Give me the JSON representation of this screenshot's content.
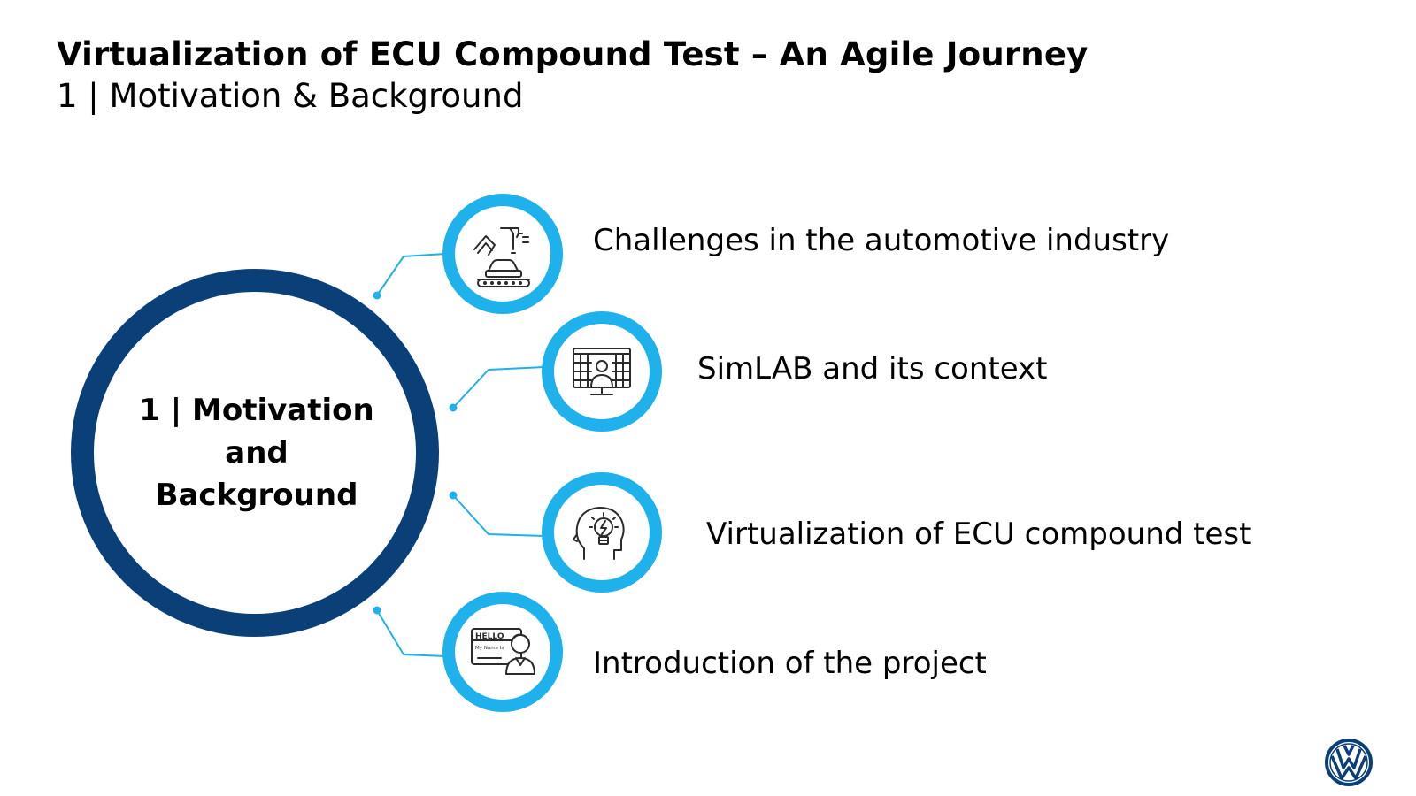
{
  "slide": {
    "title": "Virtualization of ECU Compound Test – An Agile Journey",
    "subtitle": "1 | Motivation & Background"
  },
  "center": {
    "lines": [
      "1 | Motivation",
      "and",
      "Background"
    ]
  },
  "items": [
    {
      "label": "Challenges in the automotive industry",
      "icon": "robot-arm-car-assembly-icon"
    },
    {
      "label": "SimLAB and its context",
      "icon": "person-at-screen-icon"
    },
    {
      "label": "Virtualization of ECU compound test",
      "icon": "head-lightbulb-idea-icon"
    },
    {
      "label": "Introduction of the project",
      "icon": "hello-name-tag-person-icon"
    }
  ],
  "hello_badge": {
    "line1": "HELLO",
    "line2": "My Name Is"
  },
  "colors": {
    "main_ring": "#0b3f78",
    "small_ring": "#1fb1ec",
    "connector": "#1fb1ec",
    "icon": "#2b2b2b",
    "logo": "#0b3f78"
  },
  "logo": {
    "name": "volkswagen-logo"
  }
}
